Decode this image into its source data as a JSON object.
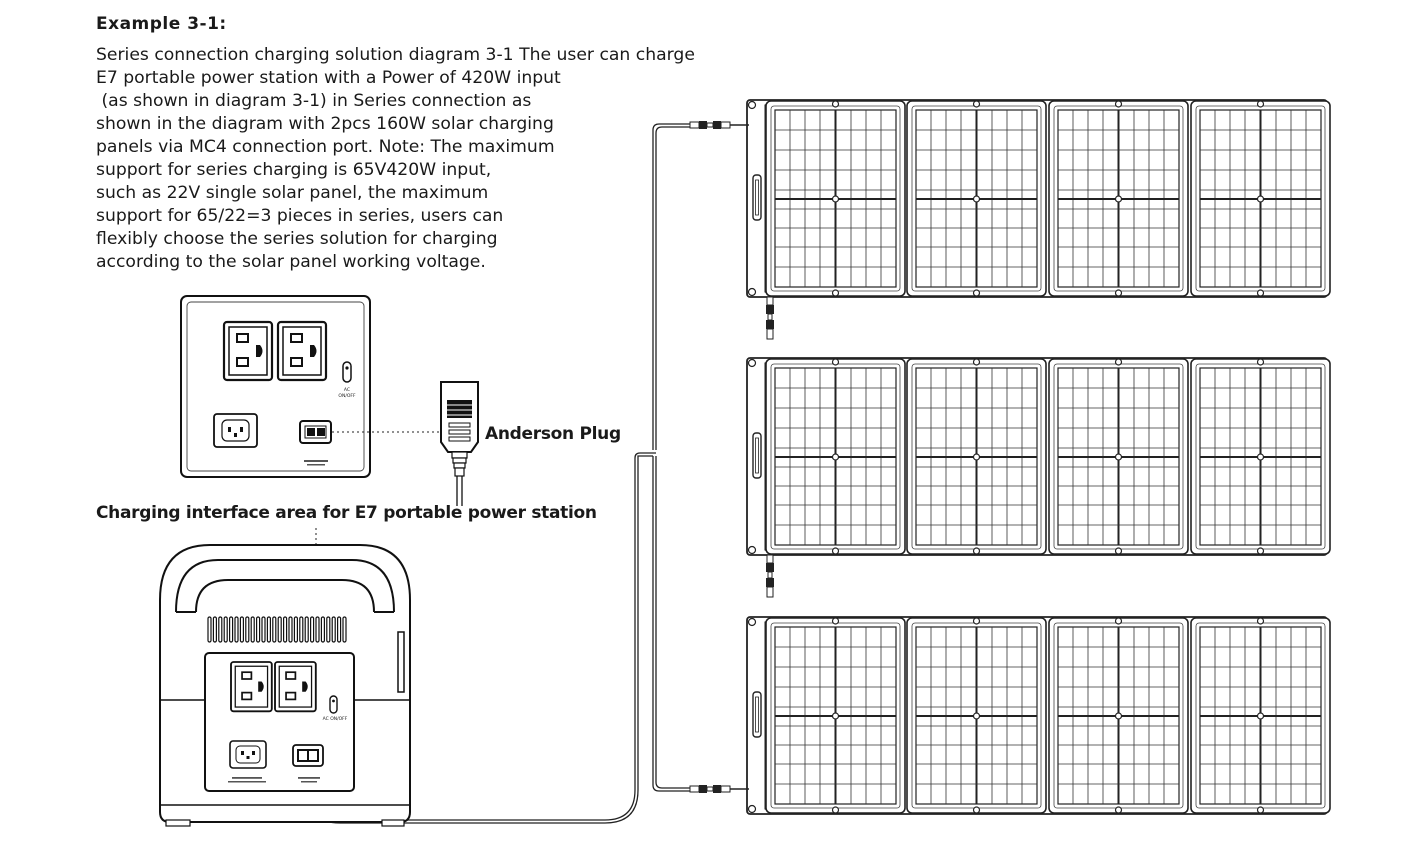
{
  "heading": "Example 3-1:",
  "description_lines": [
    "Series connection charging solution diagram 3-1 The user can charge",
    "E7 portable power station with a Power of 420W input",
    " (as shown in diagram 3-1) in Series connection as",
    "shown in the diagram with 2pcs 160W solar charging",
    "panels via MC4 connection port. Note: The maximum",
    "support for series charging is 65V420W input,",
    "such as 22V single solar panel, the maximum",
    "support for 65/22=3 pieces in series, users can",
    "flexibly choose the series solution for charging",
    "according to the solar panel working voltage."
  ],
  "labels": {
    "anderson_plug": "Anderson Plug",
    "charging_interface": "Charging interface area for E7 portable power station"
  },
  "panel_markings": {
    "ac_switch": "AC ON/OFF"
  },
  "solar_panels": {
    "count": 3,
    "modules_per_panel": 4
  },
  "icons": [
    "power-station-icon",
    "solar-panel-icon",
    "ac-outlet-icon",
    "anderson-port-icon",
    "ac-inlet-icon",
    "mc4-connector-icon",
    "anderson-plug-icon"
  ]
}
